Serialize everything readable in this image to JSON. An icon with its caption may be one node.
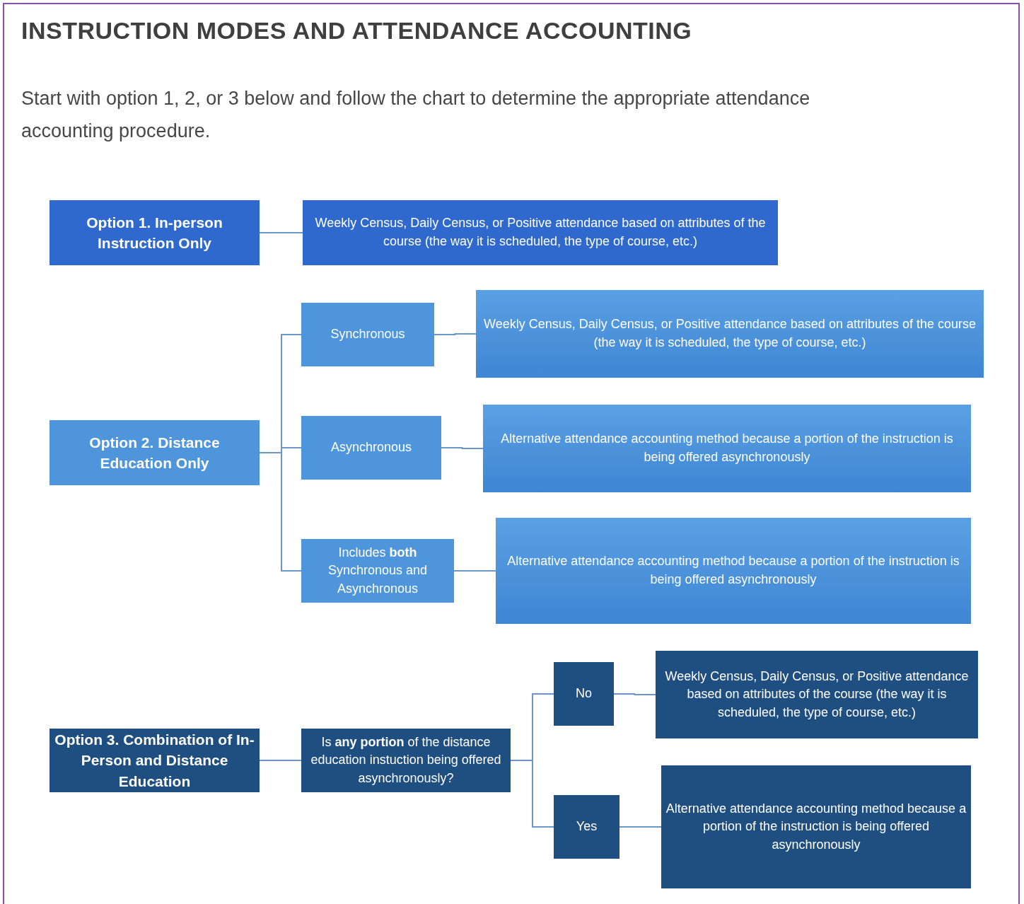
{
  "diagram": {
    "title": "INSTRUCTION MODES AND ATTENDANCE ACCOUNTING",
    "nodes": [
      {
        "text": [
          "Option 1. In-person Instruction Only"
        ]
      },
      {
        "text": [
          "Weekly Census, Daily Census, or Positive attendance based on attributes of the course (the way it is scheduled, the type of course, etc.)"
        ]
      },
      {
        "text": [
          "Option 2. Distance Education Only"
        ]
      },
      {
        "text": [
          "Synchronous"
        ]
      },
      {
        "text": [
          "Weekly Census, Daily Census, or Positive attendance based on attributes of the course (the way it is scheduled, the type of course, etc.)"
        ]
      },
      {
        "text": [
          "Asynchronous"
        ]
      },
      {
        "text": [
          "Alternative attendance accounting method because a portion of the instruction is being offered asynchronously"
        ]
      },
      {
        "text": [
          "Includes **both** Synchronous and Asynchronous"
        ]
      },
      {
        "text": [
          "Alternative attendance accounting method because a portion of the instruction is being offered asynchronously"
        ]
      },
      {
        "text": [
          "Option 3. Combination of In-Person and Distance Education"
        ]
      },
      {
        "text": [
          "Is **any portion** of the distance education instuction being offered asynchronously?"
        ]
      },
      {
        "text": [
          "No"
        ]
      },
      {
        "text": [
          "Weekly Census, Daily Census, or Positive attendance based on attributes of the course (the way it is scheduled, the type of course, etc.)"
        ]
      },
      {
        "text": [
          "Yes"
        ]
      },
      {
        "text": [
          "Alternative attendance accounting method because a portion of the instruction is being offered asynchronously"
        ]
      }
    ],
    "edges": [
      {
        "from": 0,
        "to": 1,
        "arrow": "none"
      },
      {
        "from": 2,
        "to": 3,
        "arrow": "none"
      },
      {
        "from": 2,
        "to": 5,
        "arrow": "none"
      },
      {
        "from": 2,
        "to": 7,
        "arrow": "none"
      },
      {
        "from": 3,
        "to": 4,
        "arrow": "none"
      },
      {
        "from": 5,
        "to": 6,
        "arrow": "none"
      },
      {
        "from": 7,
        "to": 8,
        "arrow": "none"
      },
      {
        "from": 9,
        "to": 10,
        "arrow": "none"
      },
      {
        "from": 10,
        "to": 11,
        "arrow": "none"
      },
      {
        "from": 10,
        "to": 13,
        "arrow": "none"
      },
      {
        "from": 11,
        "to": 12,
        "arrow": "none"
      },
      {
        "from": 13,
        "to": 14,
        "arrow": "none"
      }
    ],
    "labels": [
      "Start with option 1, 2, or 3 below and follow the chart to determine the appropriate attendance accounting procedure."
    ]
  }
}
